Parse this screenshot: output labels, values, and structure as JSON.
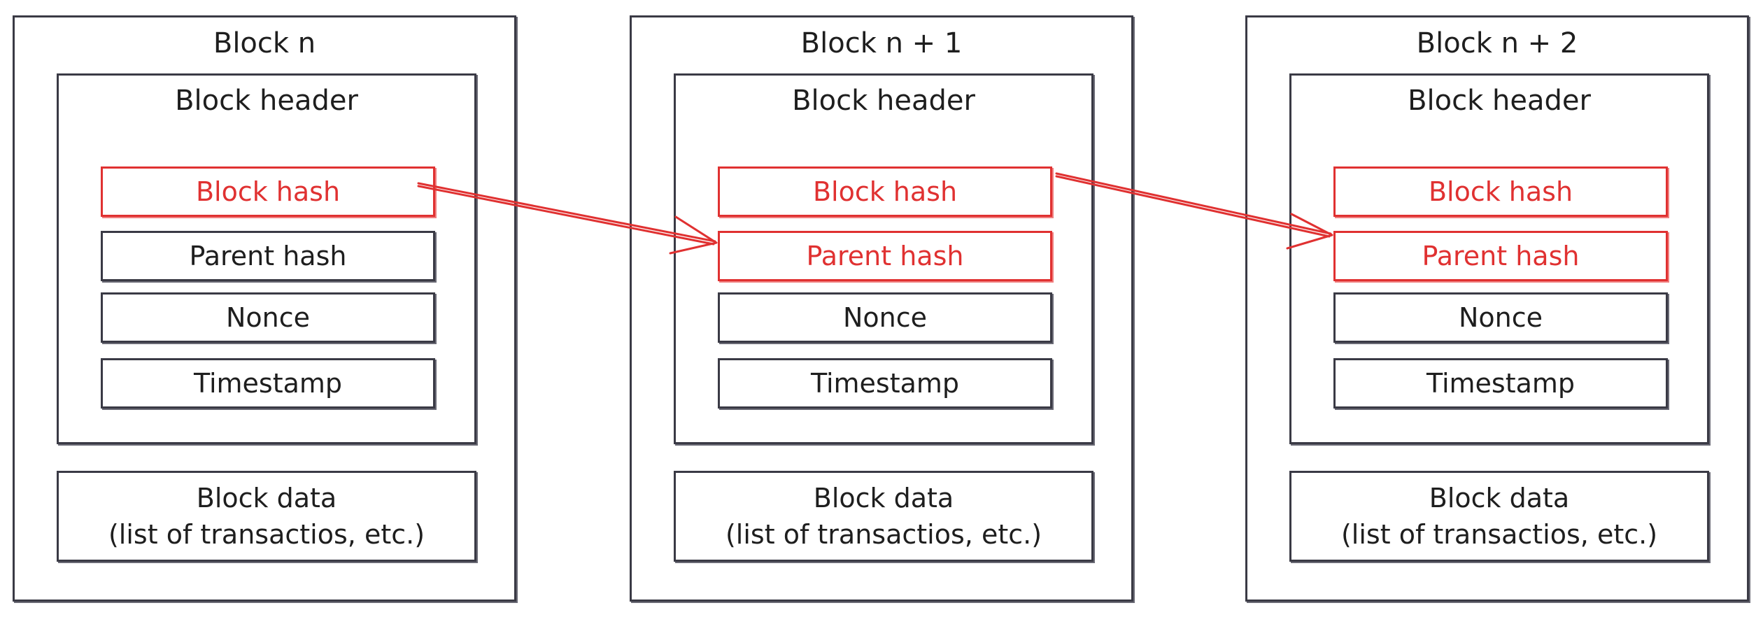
{
  "colors": {
    "ink": "#1e1e1e",
    "stroke": "#3a3a45",
    "highlight": "#e03131"
  },
  "blocks": [
    {
      "title": "Block n",
      "header_title": "Block header",
      "fields": [
        "Block hash",
        "Parent hash",
        "Nonce",
        "Timestamp"
      ],
      "highlighted_fields": [
        "Block hash"
      ],
      "data_line1": "Block data",
      "data_line2": "(list of transactios, etc.)"
    },
    {
      "title": "Block n + 1",
      "header_title": "Block header",
      "fields": [
        "Block hash",
        "Parent hash",
        "Nonce",
        "Timestamp"
      ],
      "highlighted_fields": [
        "Block hash",
        "Parent hash"
      ],
      "data_line1": "Block data",
      "data_line2": "(list of transactios, etc.)"
    },
    {
      "title": "Block n + 2",
      "header_title": "Block header",
      "fields": [
        "Block hash",
        "Parent hash",
        "Nonce",
        "Timestamp"
      ],
      "highlighted_fields": [
        "Block hash",
        "Parent hash"
      ],
      "data_line1": "Block data",
      "data_line2": "(list of transactios, etc.)"
    }
  ],
  "arrows": [
    {
      "from": "Block n / Block hash",
      "to": "Block n + 1 / Parent hash"
    },
    {
      "from": "Block n + 1 / Block hash",
      "to": "Block n + 2 / Parent hash"
    }
  ]
}
